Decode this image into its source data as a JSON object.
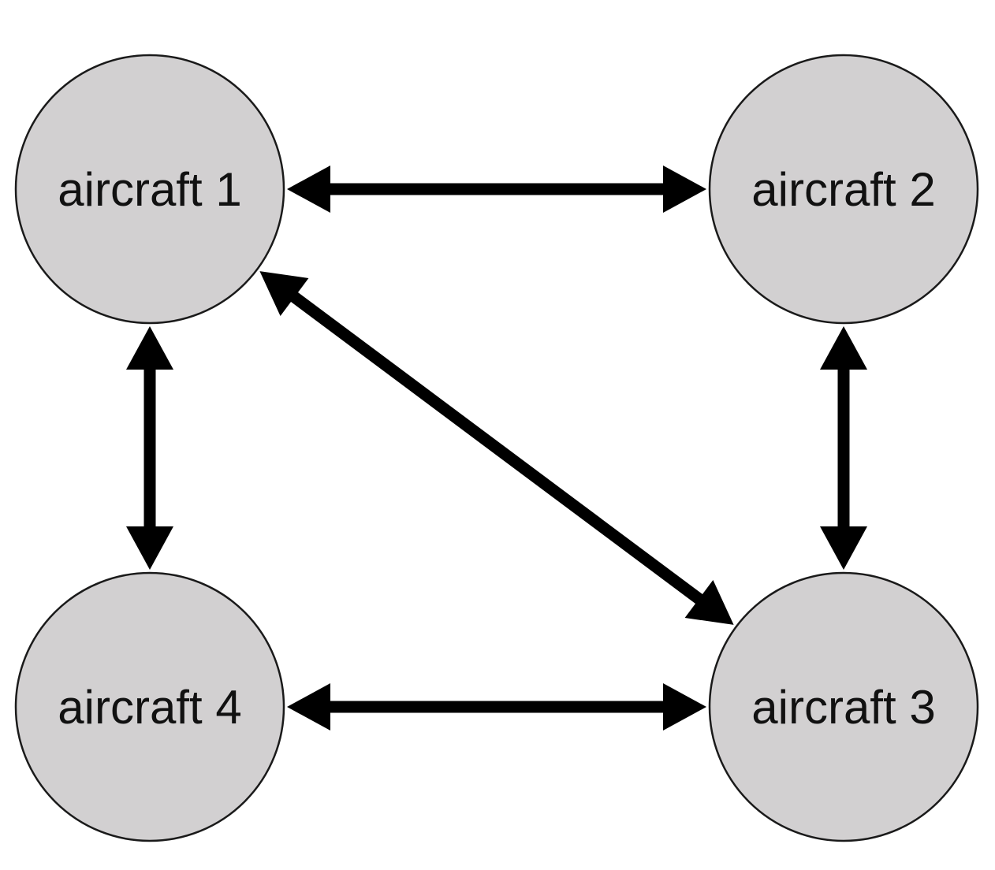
{
  "colors": {
    "node_fill": "#d2d0d1",
    "node_stroke": "#1a1a1a",
    "edge": "#000000",
    "background": "#ffffff"
  },
  "nodes": [
    {
      "id": "a1",
      "label": "aircraft 1"
    },
    {
      "id": "a2",
      "label": "aircraft 2"
    },
    {
      "id": "a3",
      "label": "aircraft 3"
    },
    {
      "id": "a4",
      "label": "aircraft 4"
    }
  ],
  "edges": [
    {
      "from": "a1",
      "to": "a2",
      "direction": "bidirectional"
    },
    {
      "from": "a1",
      "to": "a4",
      "direction": "bidirectional"
    },
    {
      "from": "a1",
      "to": "a3",
      "direction": "bidirectional"
    },
    {
      "from": "a2",
      "to": "a3",
      "direction": "bidirectional"
    },
    {
      "from": "a4",
      "to": "a3",
      "direction": "bidirectional"
    }
  ]
}
